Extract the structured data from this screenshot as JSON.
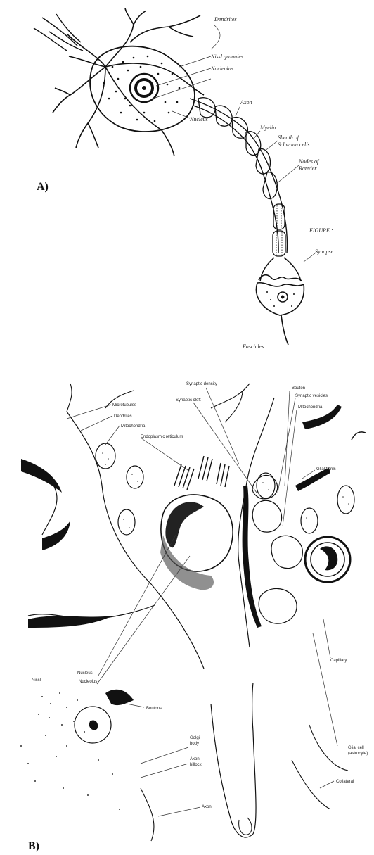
{
  "panel_a": {
    "label": "A)",
    "labels": {
      "dendrites": "Dendrites",
      "nissl": "Nissl granules",
      "nucleolus": "Nucleolus",
      "nucleus": "Nucleus",
      "axon": "Axon",
      "myelin": "Myelin",
      "sheath1": "Sheath of",
      "sheath2": "Schwann cells",
      "nodes1": "Nodes of",
      "nodes2": "Ranvier",
      "figure": "FIGURE :",
      "synapse": "Synapse",
      "fascicles": "Fascicles"
    }
  },
  "panel_b": {
    "label": "B)",
    "labels": {
      "microtubules": "Microtubules",
      "dendrites": "Dendrites",
      "mitochondria": "Mitochondria",
      "er": "Endoplasmic reticulum",
      "syn_density": "Synaptic density",
      "syn_cleft": "Synaptic cleft",
      "bouton_top": "Bouton",
      "syn_vesicles": "Synaptic vesicles",
      "mito_right": "Mitochondria",
      "glial_fibrils": "Glial fibrils",
      "nucleus": "Nucleus",
      "nucleolus": "Nucleolus",
      "nissl": "Nissl",
      "boutons": "Boutons",
      "golgi1": "Golgi",
      "golgi2": "body",
      "axon_hill1": "Axon",
      "axon_hill2": "hillock",
      "axon": "Axon",
      "capillary": "Capillary",
      "glial_cell1": "Glial cell",
      "glial_cell2": "(astrocyte)",
      "collateral": "Collateral"
    }
  }
}
